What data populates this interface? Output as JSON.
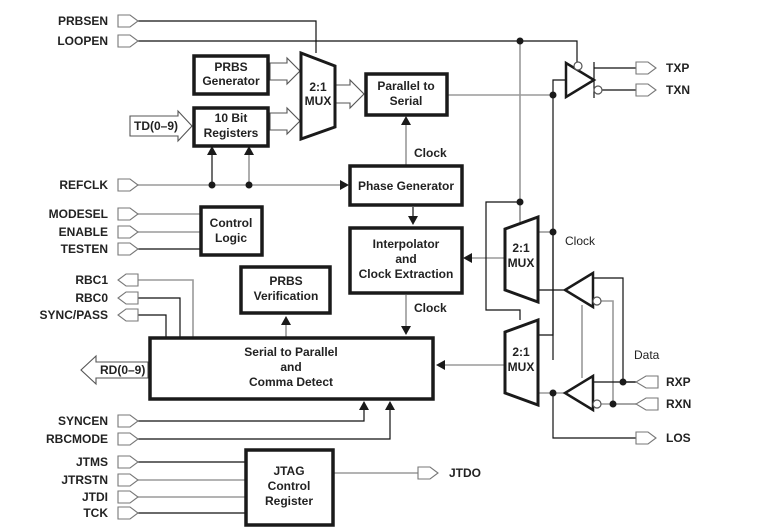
{
  "diagram": {
    "title": "",
    "input_pins": {
      "prbsen": "PRBSEN",
      "loopen": "LOOPEN",
      "refclk": "REFCLK",
      "modesel": "MODESEL",
      "enable": "ENABLE",
      "testen": "TESTEN",
      "syncen": "SYNCEN",
      "rbcmode": "RBCMODE",
      "jtms": "JTMS",
      "jtrstn": "JTRSTN",
      "jtdi": "JTDI",
      "tck": "TCK",
      "rxp": "RXP",
      "rxn": "RXN"
    },
    "output_pins": {
      "rbc1": "RBC1",
      "rbc0": "RBC0",
      "sync_pass": "SYNC/PASS",
      "txp": "TXP",
      "txn": "TXN",
      "los": "LOS",
      "jtdo": "JTDO"
    },
    "buses": {
      "td": "TD(0–9)",
      "rd": "RD(0–9)"
    },
    "blocks": {
      "prbs_generator": [
        "PRBS",
        "Generator"
      ],
      "ten_bit_registers": [
        "10 Bit",
        "Registers"
      ],
      "tx_mux": [
        "2:1",
        "MUX"
      ],
      "parallel_to_serial": [
        "Parallel to",
        "Serial"
      ],
      "phase_generator": [
        "Phase Generator"
      ],
      "control_logic": [
        "Control",
        "Logic"
      ],
      "interpolator": [
        "Interpolator",
        "and",
        "Clock  Extraction"
      ],
      "prbs_verification": [
        "PRBS",
        "Verification"
      ],
      "serial_to_parallel": [
        "Serial to Parallel",
        "and",
        "Comma Detect"
      ],
      "rx_mux_top": [
        "2:1",
        "MUX"
      ],
      "rx_mux_bottom": [
        "2:1",
        "MUX"
      ],
      "jtag": [
        "JTAG",
        "Control",
        "Register"
      ]
    },
    "signal_labels": {
      "clock_top": "Clock",
      "clock_mid": "Clock",
      "clock_right": "Clock",
      "data_right": "Data"
    }
  }
}
